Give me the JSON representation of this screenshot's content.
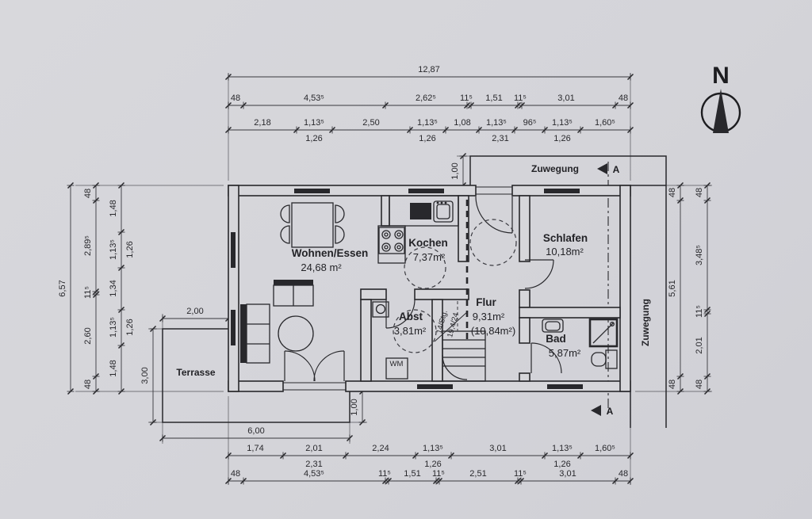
{
  "rooms": {
    "wohnen": {
      "name": "Wohnen/Essen",
      "area": "24,68 m²"
    },
    "kochen": {
      "name": "Kochen",
      "area": "7,37m²"
    },
    "schlafen": {
      "name": "Schlafen",
      "area": "10,18m²"
    },
    "flur": {
      "name": "Flur",
      "area": "9,31m²",
      "area2": "(10,84m²)"
    },
    "abst": {
      "name": "Abst",
      "area": "3,81m²"
    },
    "bad": {
      "name": "Bad",
      "area": "5,87m²"
    },
    "terrasse": {
      "name": "Terrasse"
    },
    "zuwegung_top": {
      "name": "Zuwegung"
    },
    "zuwegung_right": {
      "name": "Zuwegung"
    }
  },
  "appliances": {
    "wm": "WM"
  },
  "stair": {
    "line1": "14/Stg.",
    "line2": "19,4/24"
  },
  "north": {
    "label": "N"
  },
  "section": {
    "label": "A"
  },
  "dims": {
    "top_total": "12,87",
    "top2": [
      "48",
      "4,53⁵",
      "2,62⁵",
      "11⁵",
      "1,51",
      "11⁵",
      "3,01",
      "48"
    ],
    "top3": [
      "2,18",
      "1,13⁵",
      "2,50",
      "1,13⁵",
      "1,08",
      "1,13⁵",
      "96⁵",
      "1,13⁵",
      "1,60⁵"
    ],
    "top3sub": [
      "1,26",
      "1,26",
      "2,31",
      "1,26"
    ],
    "left_total": "6,57",
    "left2": [
      "48",
      "2,89⁵",
      "11⁵",
      "2,60",
      "48"
    ],
    "left3": [
      "1,48",
      "1,13⁵",
      "1,34",
      "1,13⁵",
      "1,48"
    ],
    "left3sub": [
      "1,26",
      "1,26"
    ],
    "right1": [
      "48",
      "5,61",
      "48"
    ],
    "right2": [
      "48",
      "3,48⁵",
      "11⁵",
      "2,01",
      "48"
    ],
    "bottom0": "6,00",
    "bottom1": [
      "1,74",
      "2,01",
      "2,24",
      "1,13⁵",
      "3,01",
      "1,13⁵",
      "1,60⁵"
    ],
    "bottom1sub": [
      "2,31",
      "1,26",
      "1,26"
    ],
    "bottom2": [
      "48",
      "4,53⁵",
      "11⁵",
      "1,51",
      "11⁵",
      "2,51",
      "11⁵",
      "3,01",
      "48"
    ],
    "terrace_w": "2,00",
    "terrace_h": "3,00",
    "terrace_len": "6,00",
    "path_w": "1,00",
    "terrace_off": "1,00"
  }
}
